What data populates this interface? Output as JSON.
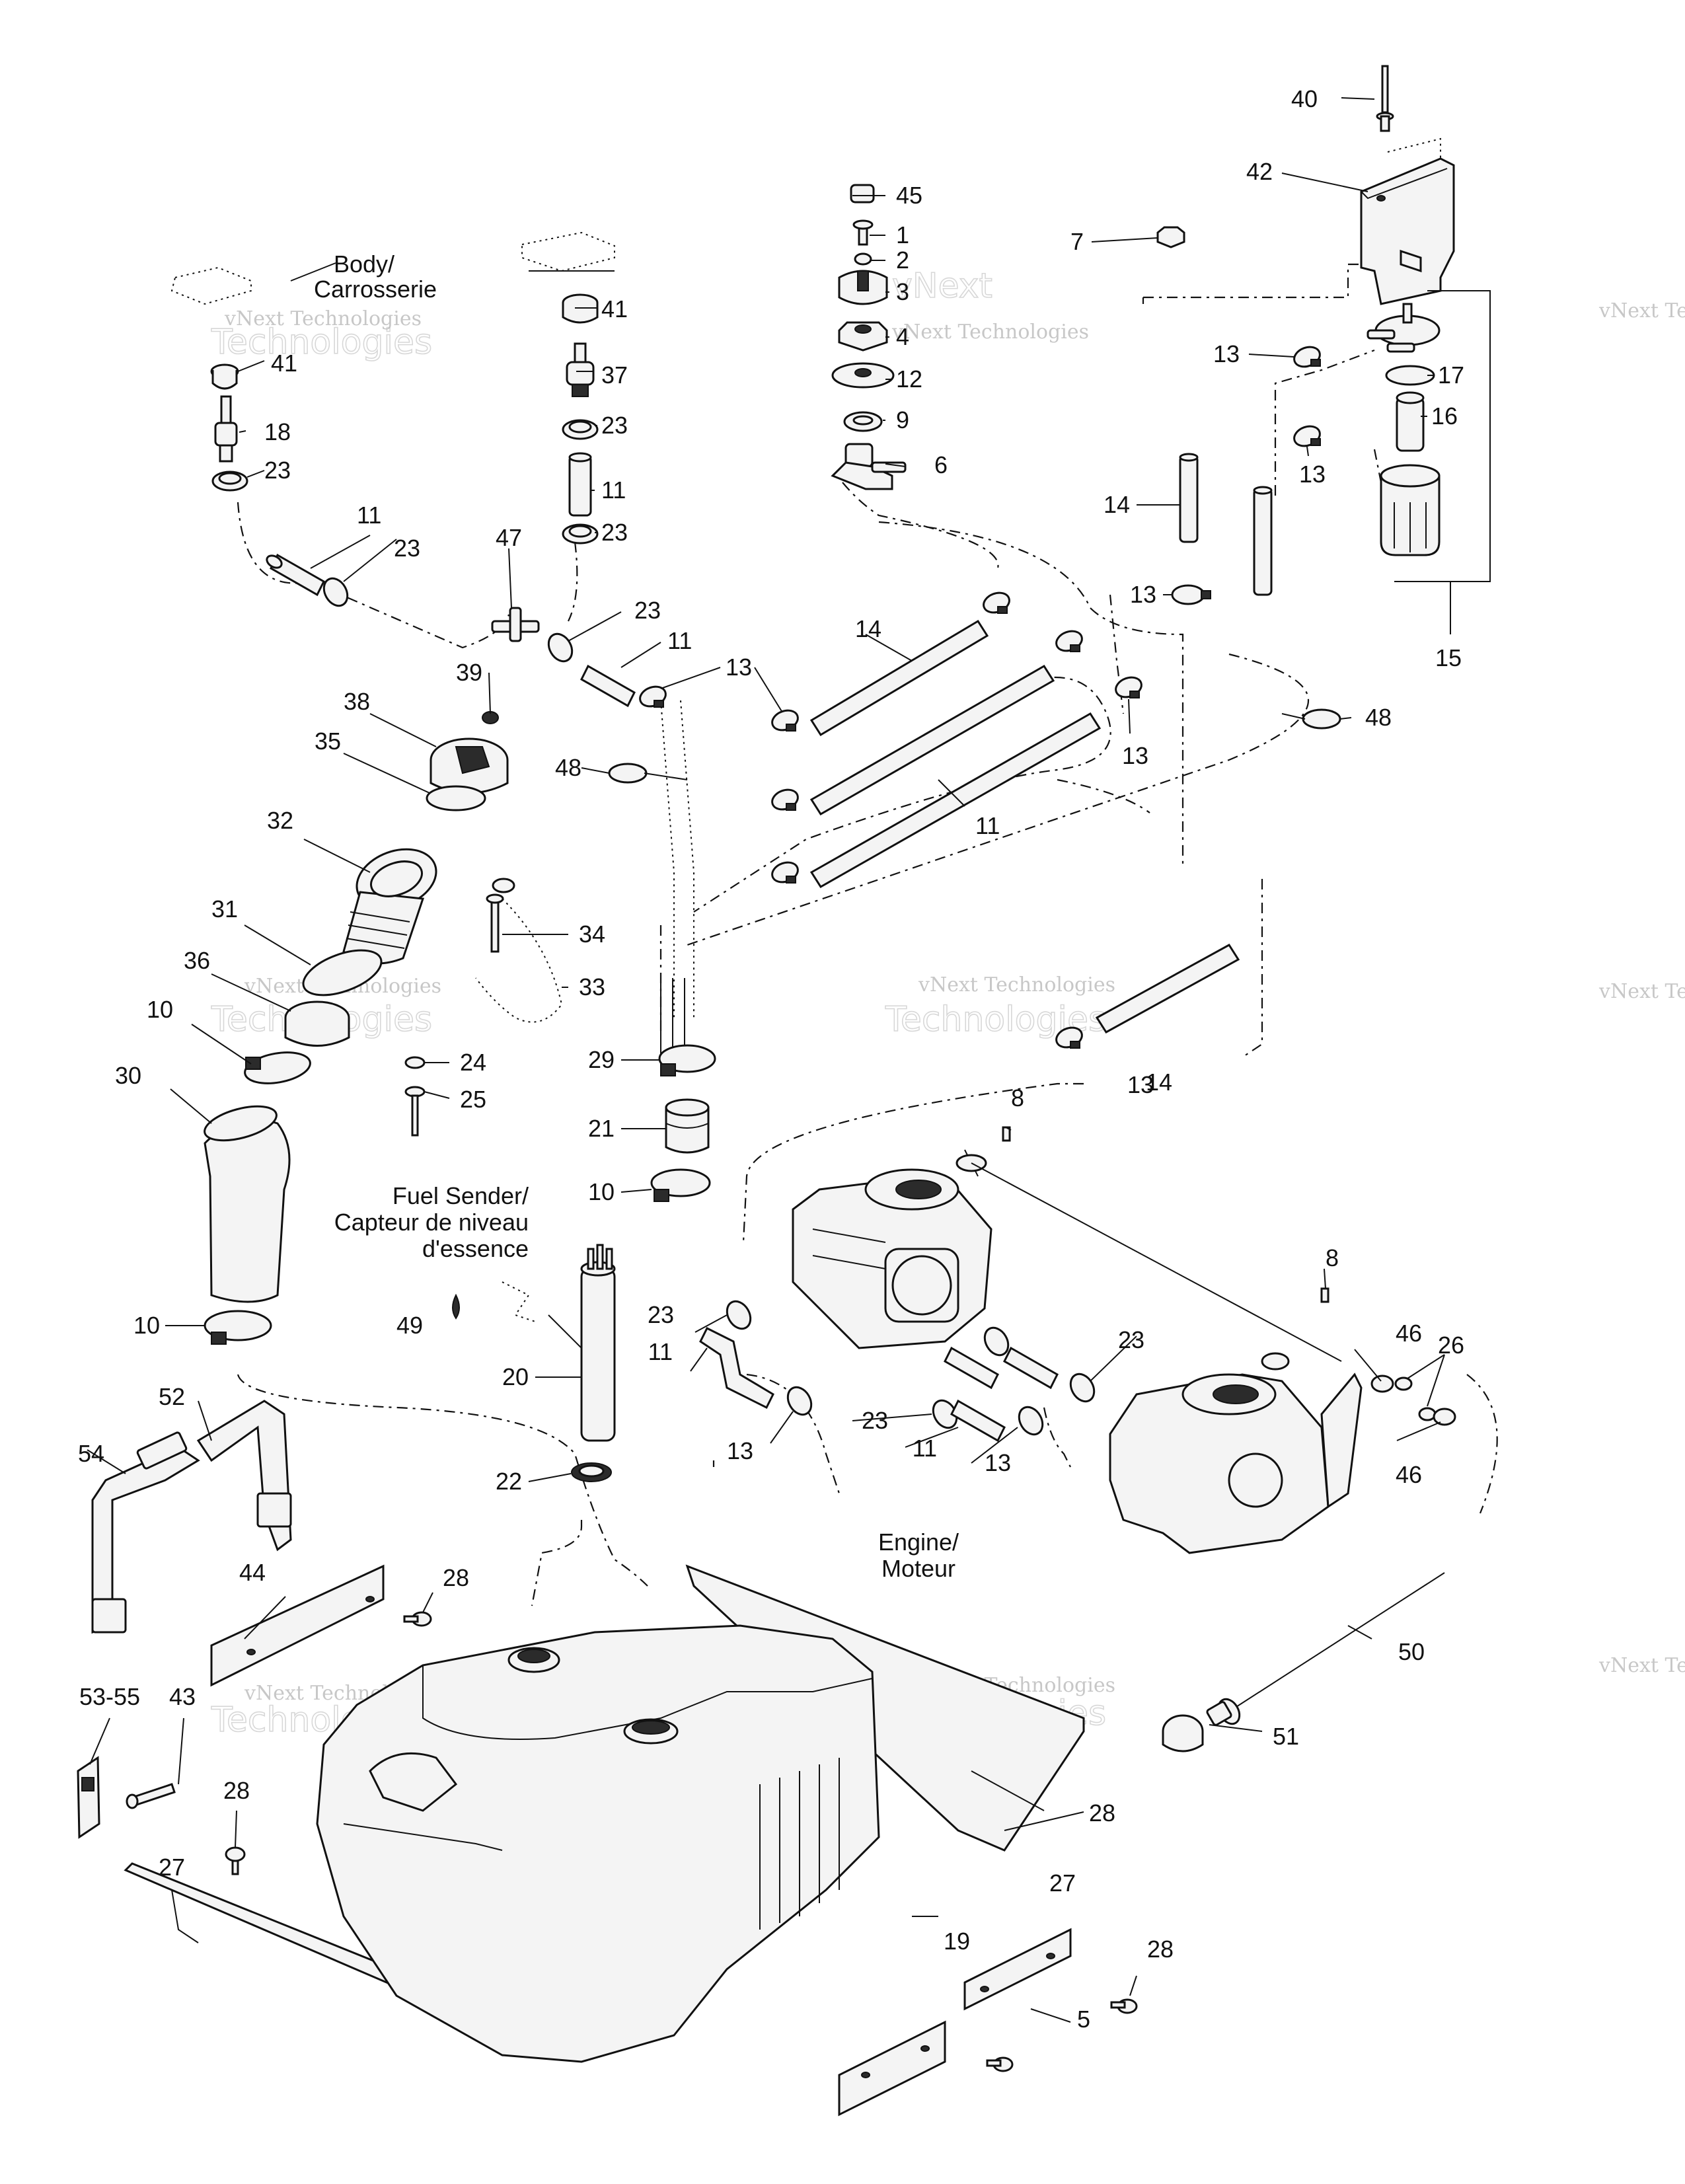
{
  "diagram": {
    "labels": {
      "body": [
        "Body/",
        "Carrosserie"
      ],
      "fuel_sender": [
        "Fuel Sender/",
        "Capteur de niveau",
        "d'essence"
      ],
      "engine": [
        "Engine/",
        "Moteur"
      ]
    },
    "watermark": {
      "line1": "vNext Technologies",
      "line2": "vNext",
      "line3": "Technologies"
    },
    "callouts": [
      "1",
      "2",
      "3",
      "4",
      "5",
      "6",
      "7",
      "8",
      "9",
      "10",
      "11",
      "12",
      "13",
      "14",
      "15",
      "16",
      "17",
      "18",
      "19",
      "20",
      "21",
      "22",
      "23",
      "24",
      "25",
      "26",
      "27",
      "28",
      "29",
      "30",
      "31",
      "32",
      "33",
      "34",
      "35",
      "36",
      "37",
      "38",
      "39",
      "40",
      "41",
      "42",
      "43",
      "44",
      "45",
      "46",
      "47",
      "48",
      "49",
      "50",
      "51",
      "52",
      "53-55",
      "54"
    ]
  }
}
